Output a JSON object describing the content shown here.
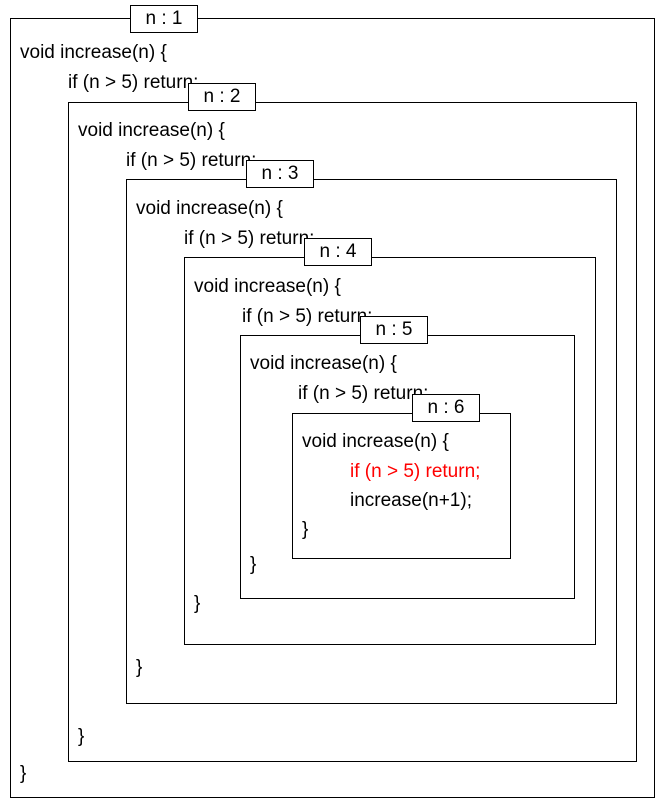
{
  "frames": [
    {
      "label": "n : 1",
      "signature": "void increase(n) {",
      "guard": "if (n > 5) return;",
      "close": "}"
    },
    {
      "label": "n : 2",
      "signature": "void increase(n) {",
      "guard": "if (n > 5) return;",
      "close": "}"
    },
    {
      "label": "n : 3",
      "signature": "void increase(n) {",
      "guard": "if (n > 5) return;",
      "close": "}"
    },
    {
      "label": "n : 4",
      "signature": "void increase(n) {",
      "guard": "if (n > 5) return;",
      "close": "}"
    },
    {
      "label": "n : 5",
      "signature": "void increase(n) {",
      "guard": "if (n > 5) return;",
      "close": "}"
    },
    {
      "label": "n : 6",
      "signature": "void increase(n) {",
      "guard": "if (n > 5) return;",
      "call": "increase(n+1);",
      "close": "}"
    }
  ],
  "colors": {
    "highlight": "#ff0000",
    "border": "#000000"
  }
}
